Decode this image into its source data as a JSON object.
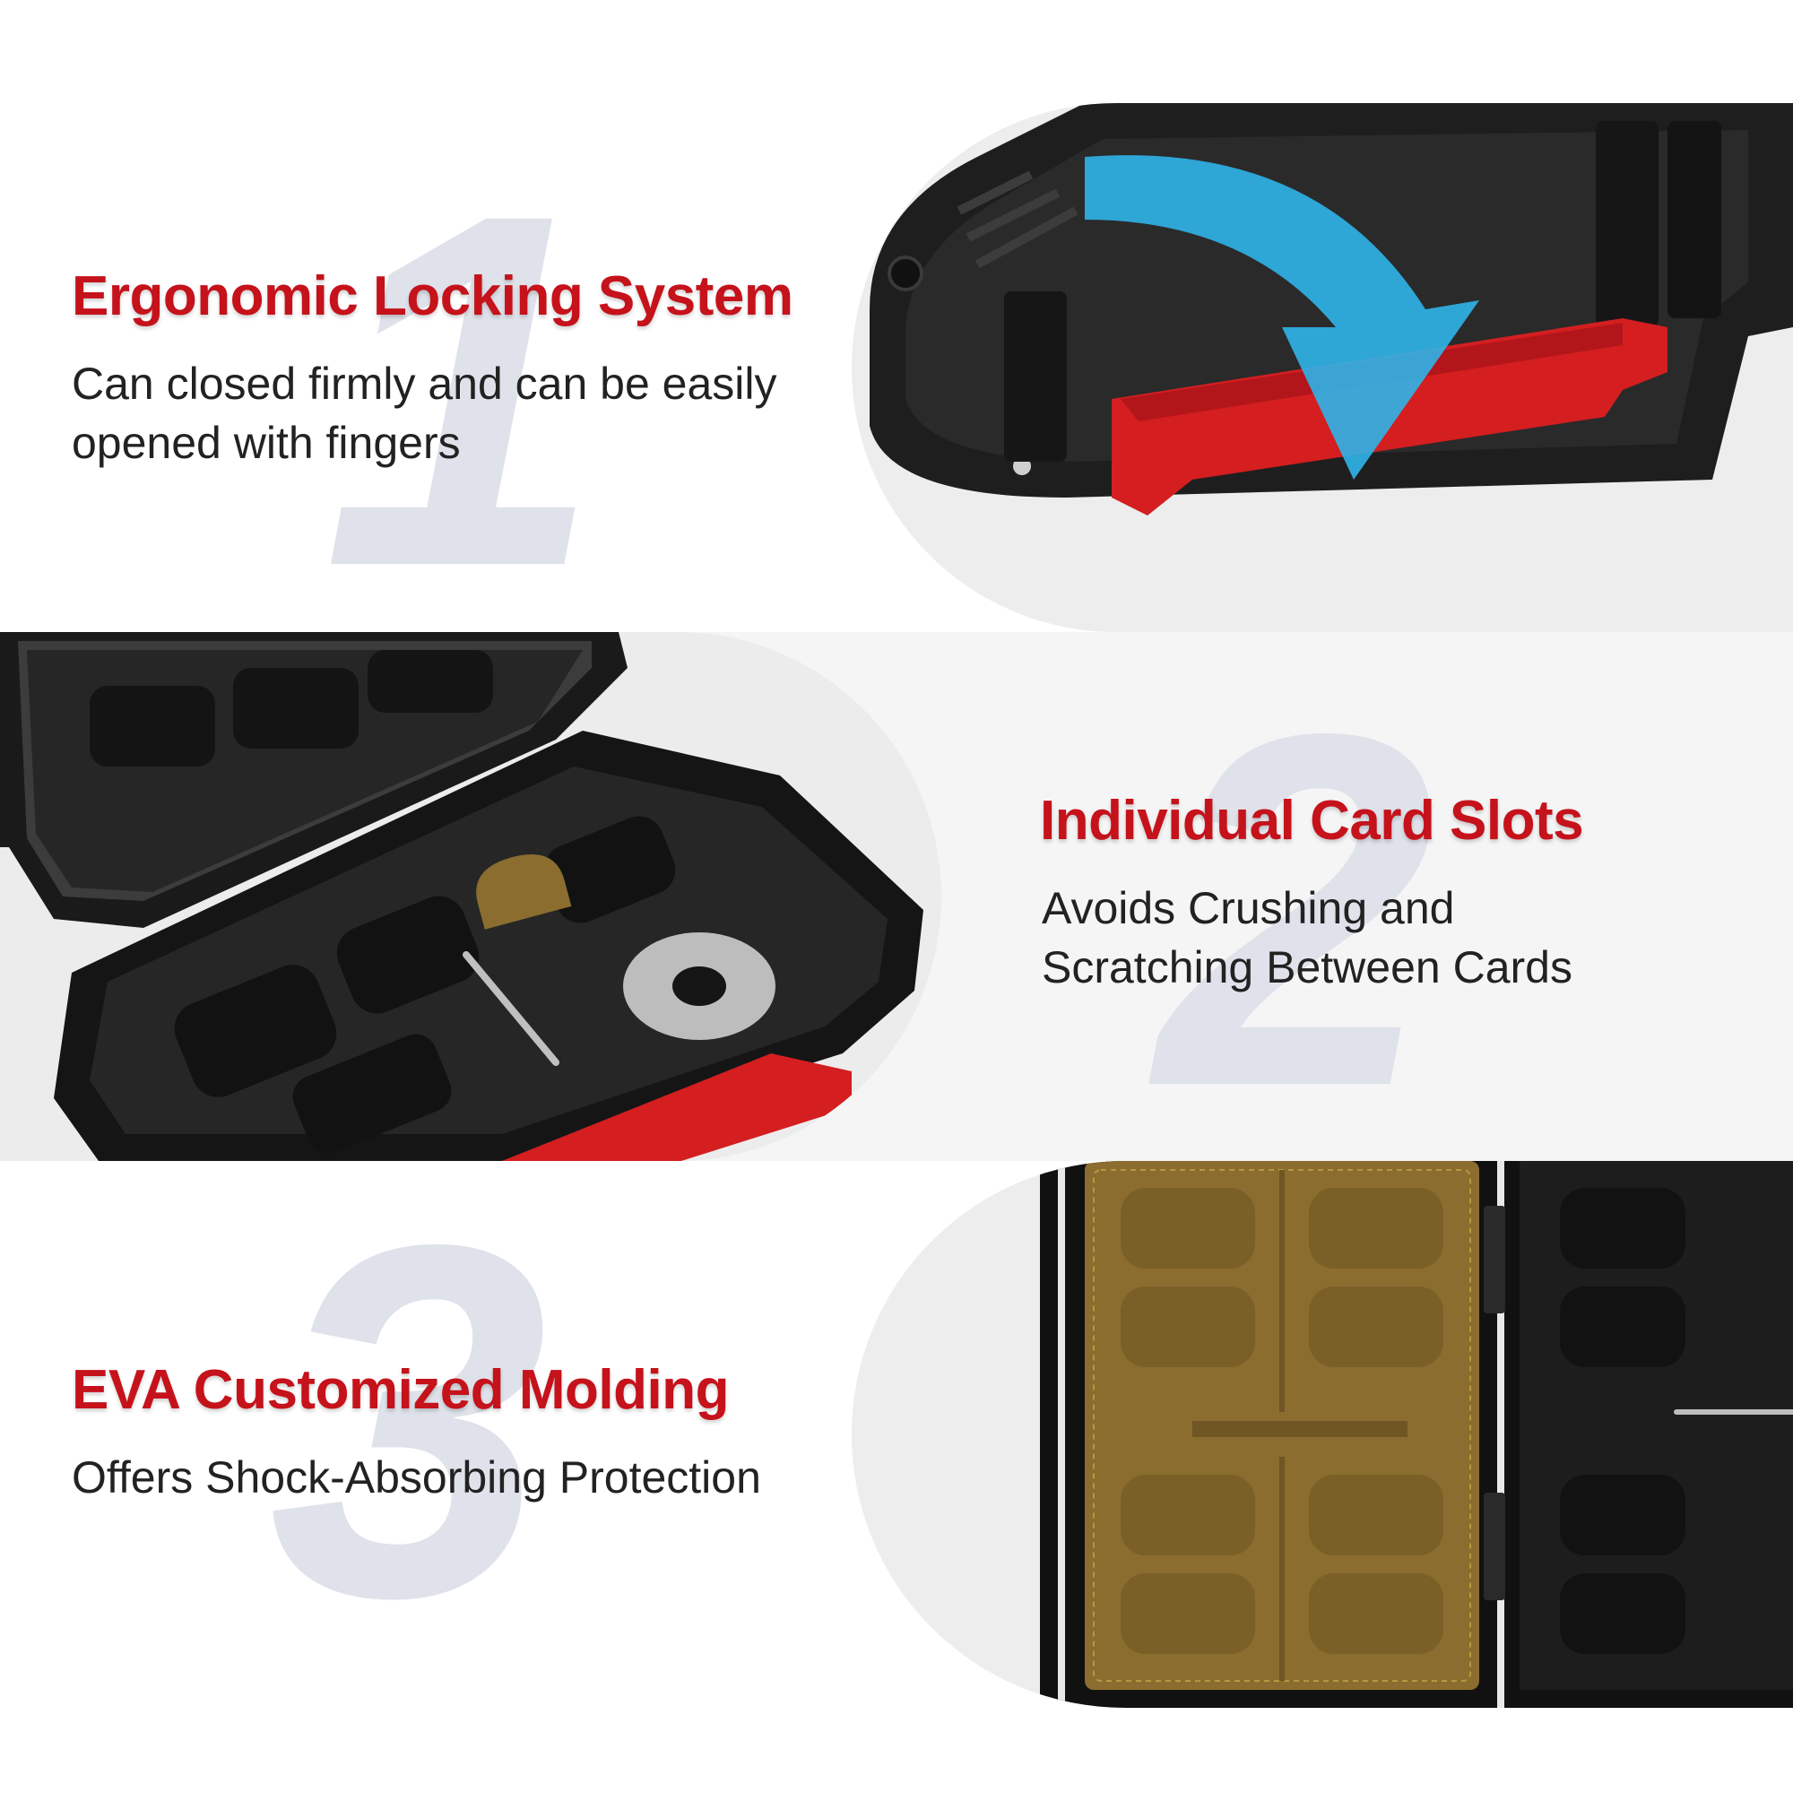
{
  "sections": [
    {
      "number": "1",
      "title": "Ergonomic Locking System",
      "description_line1": "Can closed firmly and can be easily",
      "description_line2": "opened with fingers"
    },
    {
      "number": "2",
      "title": "Individual Card Slots",
      "description_line1": "Avoids Crushing and",
      "description_line2": "Scratching Between Cards"
    },
    {
      "number": "3",
      "title": "EVA Customized Molding",
      "description_line1": "Offers Shock-Absorbing Protection"
    }
  ],
  "colors": {
    "accent_red": "#c5121b",
    "number_watermark": "#dfe2ea",
    "case_black": "#1c1c1c",
    "latch_red": "#d41e20",
    "arrow_blue": "#2fb4e9",
    "foam_tan": "#8a6d2f"
  },
  "icons": [
    "curved-arrow-icon"
  ]
}
